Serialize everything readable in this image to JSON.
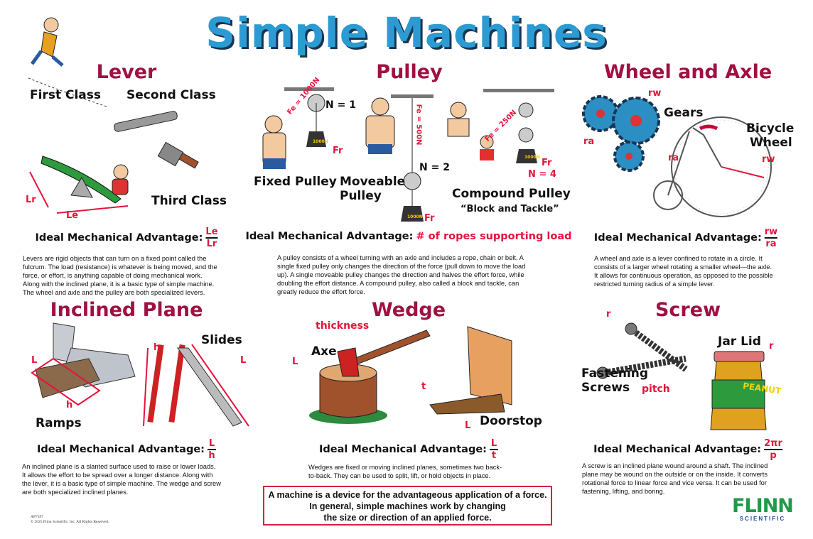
{
  "title": "Simple Machines",
  "lever": {
    "heading": "Lever",
    "labels": {
      "first": "First Class",
      "second": "Second Class",
      "third": "Third Class",
      "lr": "Lr",
      "le": "Le"
    },
    "ima_label": "Ideal Mechanical Advantage:",
    "ima_num": "Le",
    "ima_den": "Lr",
    "text": [
      "Levers are rigid objects that can turn on a fixed point called the",
      "fulcrum. The load (resistance) is whatever is being moved, and the",
      "force, or effort, is anything capable of doing mechanical work.",
      "Along with the inclined plane, it is a basic type of simple machine.",
      "The wheel and axle and the pulley are both specialized levers."
    ]
  },
  "pulley": {
    "heading": "Pulley",
    "labels": {
      "fe1": "Fe = 1000N",
      "n1": "N = 1",
      "load1": "1000N",
      "fr1": "Fr",
      "fixed": "Fixed Pulley",
      "moveable1": "Moveable",
      "moveable2": "Pulley",
      "fe2": "Fe = 500N",
      "n2": "N = 2",
      "fr2": "Fr",
      "load2": "1000N",
      "fe3": "Fe = 250N",
      "n4": "N = 4",
      "load3": "1000N",
      "fr3": "Fr",
      "compound": "Compound Pulley",
      "tackle": "“Block and Tackle”"
    },
    "ima_label": "Ideal Mechanical Advantage:",
    "ima_value": "# of ropes supporting load",
    "text": [
      "A pulley consists of a wheel turning with an axle and includes a rope, chain or belt. A",
      "single fixed pulley only changes the direction of the force (pull down to move the load",
      "up). A single moveable pulley changes the direction and halves the effort force, while",
      "doubling the effort distance. A compound pulley, also called a block and tackle, can",
      "greatly reduce the effort force."
    ]
  },
  "wheel": {
    "heading": "Wheel and Axle",
    "labels": {
      "rw1": "rw",
      "gears": "Gears",
      "ra1": "ra",
      "bike1": "Bicycle",
      "bike2": "Wheel",
      "ra2": "ra",
      "rw2": "rw"
    },
    "ima_label": "Ideal Mechanical Advantage:",
    "ima_num": "rw",
    "ima_den": "ra",
    "text": [
      "A wheel and axle is a lever confined to rotate in a circle. It",
      "consists of a larger wheel rotating a smaller wheel—the axle.",
      "It allows for continuous operation, as opposed to the possible",
      "restricted turning radius of a simple lever."
    ]
  },
  "inclined": {
    "heading": "Inclined Plane",
    "labels": {
      "l1": "L",
      "h1": "h",
      "ramps": "Ramps",
      "h2": "h",
      "slides": "Slides",
      "l2": "L"
    },
    "ima_label": "Ideal Mechanical Advantage:",
    "ima_num": "L",
    "ima_den": "h",
    "text": [
      "An inclined plane is a slanted surface used to raise or lower loads.",
      "It allows the effort to be spread over a longer distance. Along with",
      "the lever, it is a basic type of simple machine. The wedge and screw",
      "are both specialized inclined planes."
    ]
  },
  "wedge": {
    "heading": "Wedge",
    "labels": {
      "thickness": "thickness",
      "axe": "Axe",
      "l1": "L",
      "t": "t",
      "l2": "L",
      "doorstop": "Doorstop"
    },
    "ima_label": "Ideal Mechanical Advantage:",
    "ima_num": "L",
    "ima_den": "t",
    "text": [
      "Wedges are fixed or moving inclined planes, sometimes two back-",
      "to-back. They can be used to split, lift, or hold objects in place."
    ]
  },
  "screw": {
    "heading": "Screw",
    "labels": {
      "r1": "r",
      "jar": "Jar Lid",
      "r2": "r",
      "fasten1": "Fastening",
      "fasten2": "Screws",
      "pitch": "pitch",
      "peanut": "PEANUT"
    },
    "ima_label": "Ideal Mechanical Advantage:",
    "ima_num": "2πr",
    "ima_den": "p",
    "text": [
      "A screw is an inclined plane wound around a shaft. The inclined",
      "plane may be wound on the outside or on the inside. It converts",
      "rotational force to linear force and vice versa. It can be used for",
      "fastening, lifting, and boring."
    ]
  },
  "note": [
    "A machine is a device for the advantageous application of a force.",
    "In general, simple machines work by changing",
    "the size or direction of an applied force."
  ],
  "footer": {
    "code": "AP7397",
    "copyright": "© 2025 Flinn Scientific, Inc. All Rights Reserved."
  },
  "logo": {
    "name": "FLINN",
    "sub": "SCIENTIFIC"
  },
  "colors": {
    "title": "#2c9bd3",
    "heading": "#a01040",
    "accent": "#e4143c",
    "logo": "#1e9a4a"
  }
}
